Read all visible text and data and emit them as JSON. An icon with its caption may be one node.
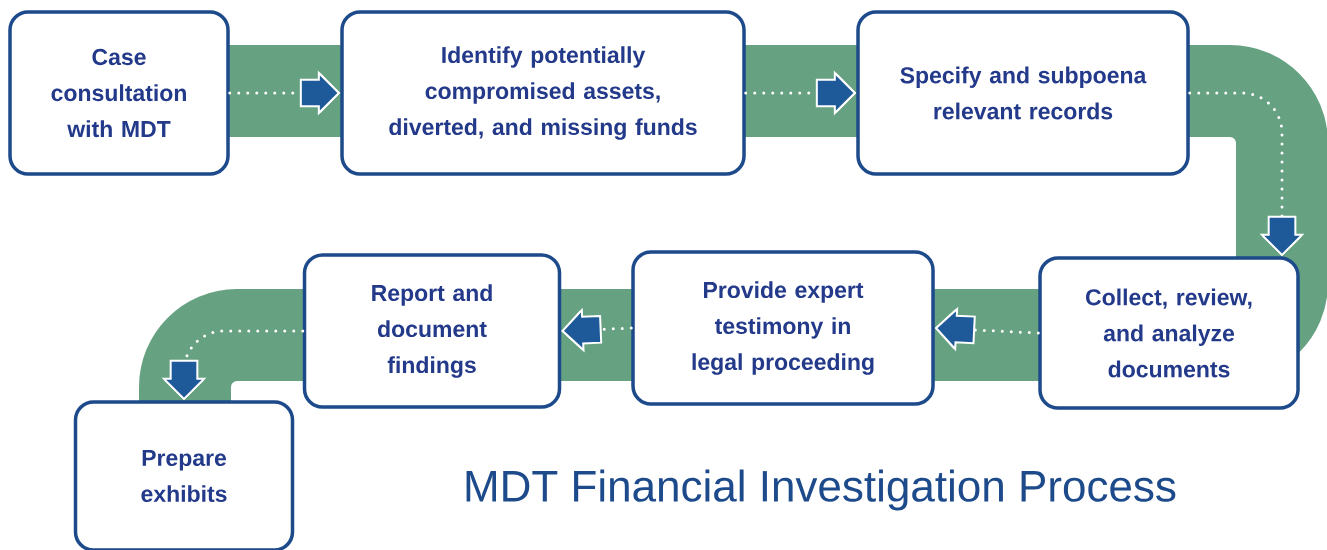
{
  "diagram": {
    "title": "MDT Financial Investigation Process",
    "nodes": [
      {
        "text": [
          "Case consultation with MDT"
        ]
      },
      {
        "text": [
          "Identify potentially compromised assets, diverted, and missing funds"
        ]
      },
      {
        "text": [
          "Specify and subpoena relevant records"
        ]
      },
      {
        "text": [
          "Collect, review, and analyze documents"
        ]
      },
      {
        "text": [
          "Provide expert testimony in legal proceeding"
        ]
      },
      {
        "text": [
          "Report and document findings"
        ]
      },
      {
        "text": [
          "Prepare exhibits"
        ]
      }
    ],
    "edges": [
      {
        "from": 0,
        "to": 1,
        "arrow": "to"
      },
      {
        "from": 1,
        "to": 2,
        "arrow": "to"
      },
      {
        "from": 2,
        "to": 3,
        "arrow": "to"
      },
      {
        "from": 3,
        "to": 4,
        "arrow": "to"
      },
      {
        "from": 4,
        "to": 5,
        "arrow": "to"
      },
      {
        "from": 5,
        "to": 6,
        "arrow": "to"
      }
    ]
  }
}
